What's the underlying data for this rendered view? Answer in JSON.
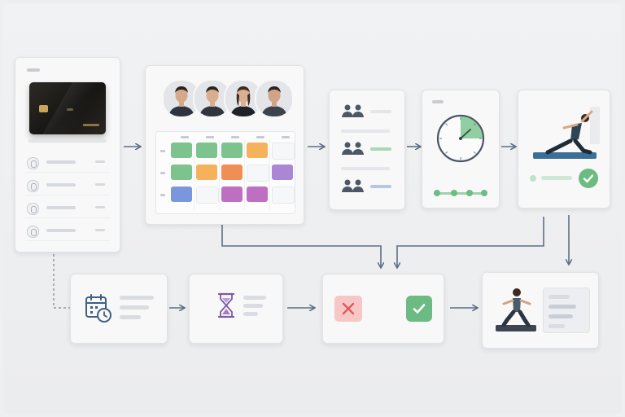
{
  "payment": {
    "list_icons": [
      "payment-option-icon",
      "payment-option-icon",
      "payment-option-icon",
      "payment-option-icon"
    ],
    "card_icon": "credit-card-icon"
  },
  "trainers": {
    "avatars": [
      "trainer-avatar",
      "trainer-avatar",
      "trainer-avatar",
      "trainer-avatar"
    ]
  },
  "schedule": {
    "colors": {
      "green": "#7cc38d",
      "orange": "#f4b25d",
      "dorange": "#f08f55",
      "purple": "#ab86d3",
      "magenta": "#bf6fc2",
      "blue": "#7a97dd"
    },
    "grid": [
      [
        "green",
        "green",
        "green",
        "orange",
        ""
      ],
      [
        "green",
        "orange",
        "dorange",
        "",
        "purple"
      ],
      [
        "blue",
        "",
        "magenta",
        "magenta",
        ""
      ]
    ]
  },
  "group": {
    "rows": 3,
    "icon": "users-icon"
  },
  "timer": {
    "icon": "stopwatch-icon",
    "progress": 0.25
  },
  "done": {
    "icon": "check-icon"
  },
  "booking": {
    "icon": "calendar-clock-icon"
  },
  "waiting": {
    "icon": "hourglass-icon"
  },
  "decision": {
    "reject_icon": "x-icon",
    "accept_icon": "check-icon"
  },
  "result": {
    "icon": "workout-icon"
  }
}
